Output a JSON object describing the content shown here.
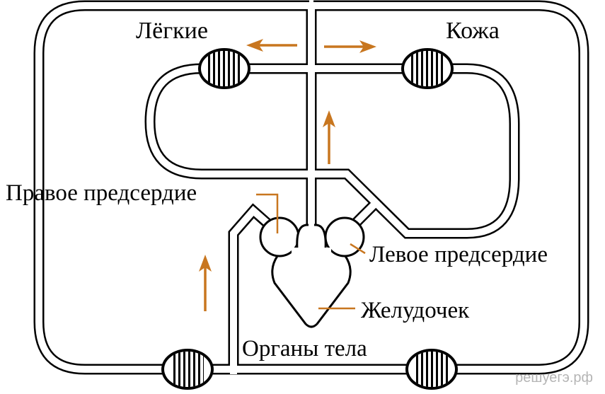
{
  "labels": {
    "lungs": "Лёгкие",
    "skin": "Кожа",
    "right_atrium": "Правое предсердие",
    "left_atrium": "Левое предсердие",
    "ventricle": "Желудочек",
    "body_organs": "Органы тела"
  },
  "watermark": "решуегэ.рф",
  "colors": {
    "arrow": "#c8761f",
    "line": "#000000",
    "watermark": "#b5b5b5"
  }
}
